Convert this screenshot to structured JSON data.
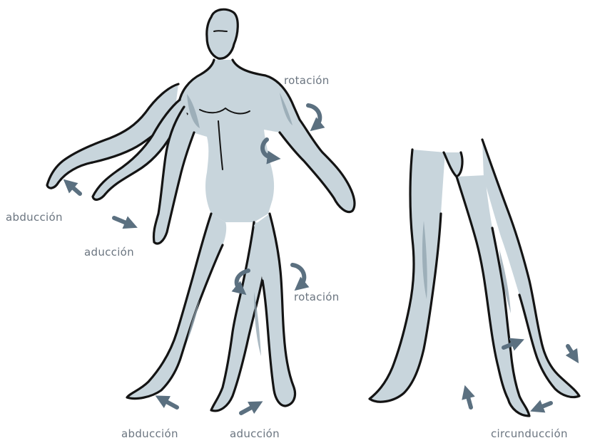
{
  "labels": {
    "shoulder_rotation": "rotación",
    "arm_abduction": "abducción",
    "arm_adduction": "aducción",
    "hip_rotation": "rotación",
    "leg_abduction": "abducción",
    "leg_adduction": "aducción",
    "leg_circumduction": "circunducción"
  },
  "colors": {
    "label_text": "#6b7580",
    "arrow": "#5b7080",
    "body_fill": "#c8d5dc",
    "outline": "#141414"
  }
}
